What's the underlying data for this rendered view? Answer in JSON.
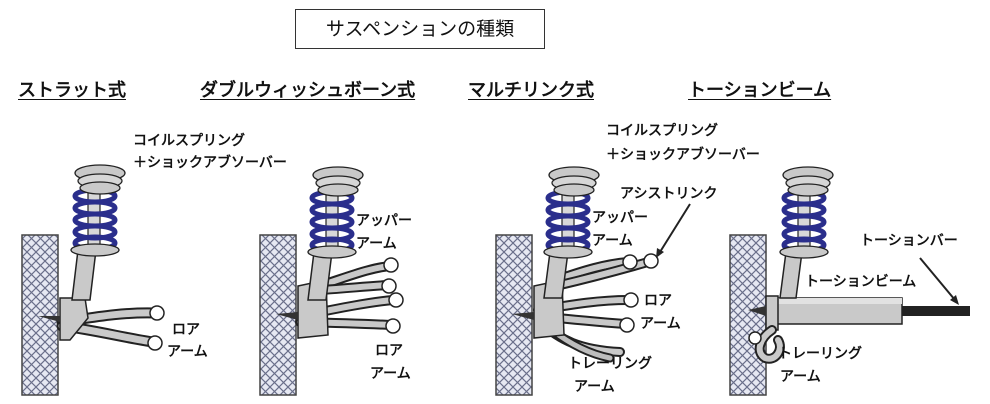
{
  "title": "サスペンションの種類",
  "headings": {
    "strut": "ストラット式",
    "double_wishbone": "ダブルウィッシュボーン式",
    "multilink": "マルチリンク式",
    "torsion_beam": "トーションビーム"
  },
  "labels": {
    "strut_coil_1": "コイルスプリング",
    "strut_coil_2": "＋ショックアブソーバー",
    "strut_lower_1": "ロア",
    "strut_lower_2": "アーム",
    "dw_upper_1": "アッパー",
    "dw_upper_2": "アーム",
    "dw_lower_1": "ロア",
    "dw_lower_2": "アーム",
    "ml_coil_1": "コイルスプリング",
    "ml_coil_2": "＋ショックアブソーバー",
    "ml_assist": "アシストリンク",
    "ml_upper_1": "アッパー",
    "ml_upper_2": "アーム",
    "ml_lower_1": "ロア",
    "ml_lower_2": "アーム",
    "ml_trailing_1": "トレーリング",
    "ml_trailing_2": "アーム",
    "tb_torsion_bar": "トーションバー",
    "tb_torsion_beam": "トーションビーム",
    "tb_trailing_1": "トレーリング",
    "tb_trailing_2": "アーム"
  },
  "colors": {
    "spring": "#2a2e8c",
    "strut_body": "#c9c9c9",
    "outline": "#222222",
    "tire_fill": "#e6e8f2",
    "tire_pattern": "#6a6f8a"
  }
}
